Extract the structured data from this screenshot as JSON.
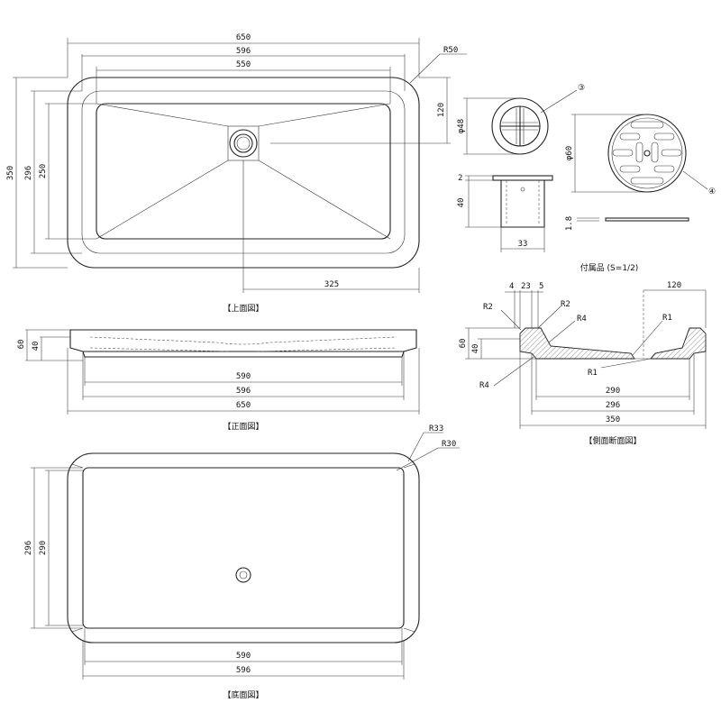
{
  "top_view": {
    "caption": "【上面図】",
    "dims": {
      "outer_width": "650",
      "inner_width": "596",
      "bowl_width": "550",
      "outer_height": "350",
      "inner_height": "296",
      "bowl_height": "250",
      "drain_offset_x": "325",
      "drain_offset_y": "120",
      "corner_radius": "R50"
    }
  },
  "accessories": {
    "caption": "付属品 (S=1/2)",
    "dims": {
      "strainer_diameter": "φ48",
      "cover_diameter": "φ60",
      "flange_thickness": "2",
      "body_height": "40",
      "body_width": "33",
      "cover_thickness": "1.8"
    },
    "markers": {
      "strainer": "③",
      "cover": "④"
    }
  },
  "front_view": {
    "caption": "【正面図】",
    "dims": {
      "total_height": "60",
      "inner_height": "40",
      "bottom_width": "590",
      "mid_width": "596",
      "outer_width": "650"
    }
  },
  "side_section": {
    "caption": "【側面断面図】",
    "dims": {
      "rim_a": "4",
      "rim_b": "23",
      "rim_c": "5",
      "drain_pos": "120",
      "total_height": "60",
      "inner_height": "40",
      "bottom_width": "290",
      "mid_width": "296",
      "outer_width": "350"
    },
    "radii": {
      "r_left_top": "R2",
      "r_mid_top": "R2",
      "r_mid": "R4",
      "r_left_bottom": "R4",
      "r_right_top": "R1",
      "r_right_bottom": "R1"
    }
  },
  "bottom_view": {
    "caption": "【底面図】",
    "dims": {
      "outer_height": "296",
      "inner_height": "290",
      "bottom_width": "590",
      "outer_width": "596",
      "corner_radius_outer": "R33",
      "corner_radius_inner": "R30"
    }
  }
}
